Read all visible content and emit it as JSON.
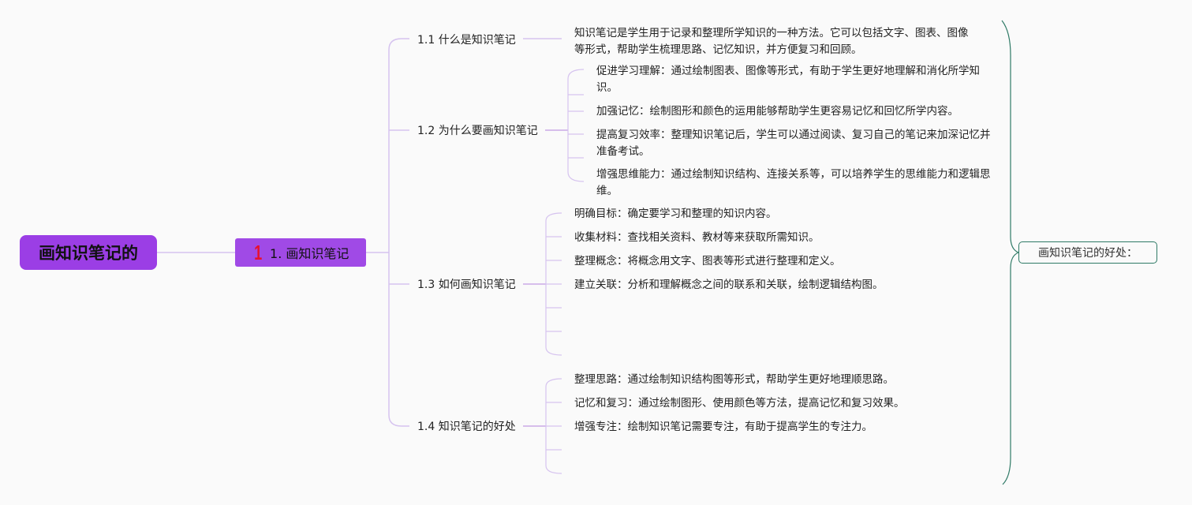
{
  "root": {
    "label": "画知识笔记的"
  },
  "main_topic": {
    "number": "1",
    "label": "1. 画知识笔记"
  },
  "subtopics": [
    {
      "label": "1.1 什么是知识笔记",
      "children": [
        "知识笔记是学生用于记录和整理所学知识的一种方法。它可以包括文字、图表、图像等形式，帮助学生梳理思路、记忆知识，并方便复习和回顾。"
      ]
    },
    {
      "label": "1.2 为什么要画知识笔记",
      "children": [
        "促进学习理解：通过绘制图表、图像等形式，有助于学生更好地理解和消化所学知识。",
        "加强记忆：绘制图形和颜色的运用能够帮助学生更容易记忆和回忆所学内容。",
        "提高复习效率：整理知识笔记后，学生可以通过阅读、复习自己的笔记来加深记忆并准备考试。",
        "增强思维能力：通过绘制知识结构、连接关系等，可以培养学生的思维能力和逻辑思维。"
      ]
    },
    {
      "label": "1.3 如何画知识笔记",
      "children": [
        "明确目标：确定要学习和整理的知识内容。",
        "收集材料：查找相关资料、教材等来获取所需知识。",
        "整理概念：将概念用文字、图表等形式进行整理和定义。",
        "建立关联：分析和理解概念之间的联系和关联，绘制逻辑结构图。",
        "",
        ""
      ]
    },
    {
      "label": "1.4 知识笔记的好处",
      "children": [
        "整理思路：通过绘制知识结构图等形式，帮助学生更好地理顺思路。",
        "记忆和复习：通过绘制图形、使用颜色等方法，提高记忆和复习效果。",
        "增强专注：绘制知识笔记需要专注，有助于提高学生的专注力。",
        "",
        ""
      ]
    }
  ],
  "summary": {
    "label": "画知识笔记的好处："
  },
  "colors": {
    "root_fill": "#9b3ee5",
    "main_fill": "#a04ae6",
    "number_icon": "#e8112d",
    "connector_main": "#d6c3ef",
    "connector_leaf": "#c9a9e6",
    "summary_border": "#2f7a66"
  }
}
